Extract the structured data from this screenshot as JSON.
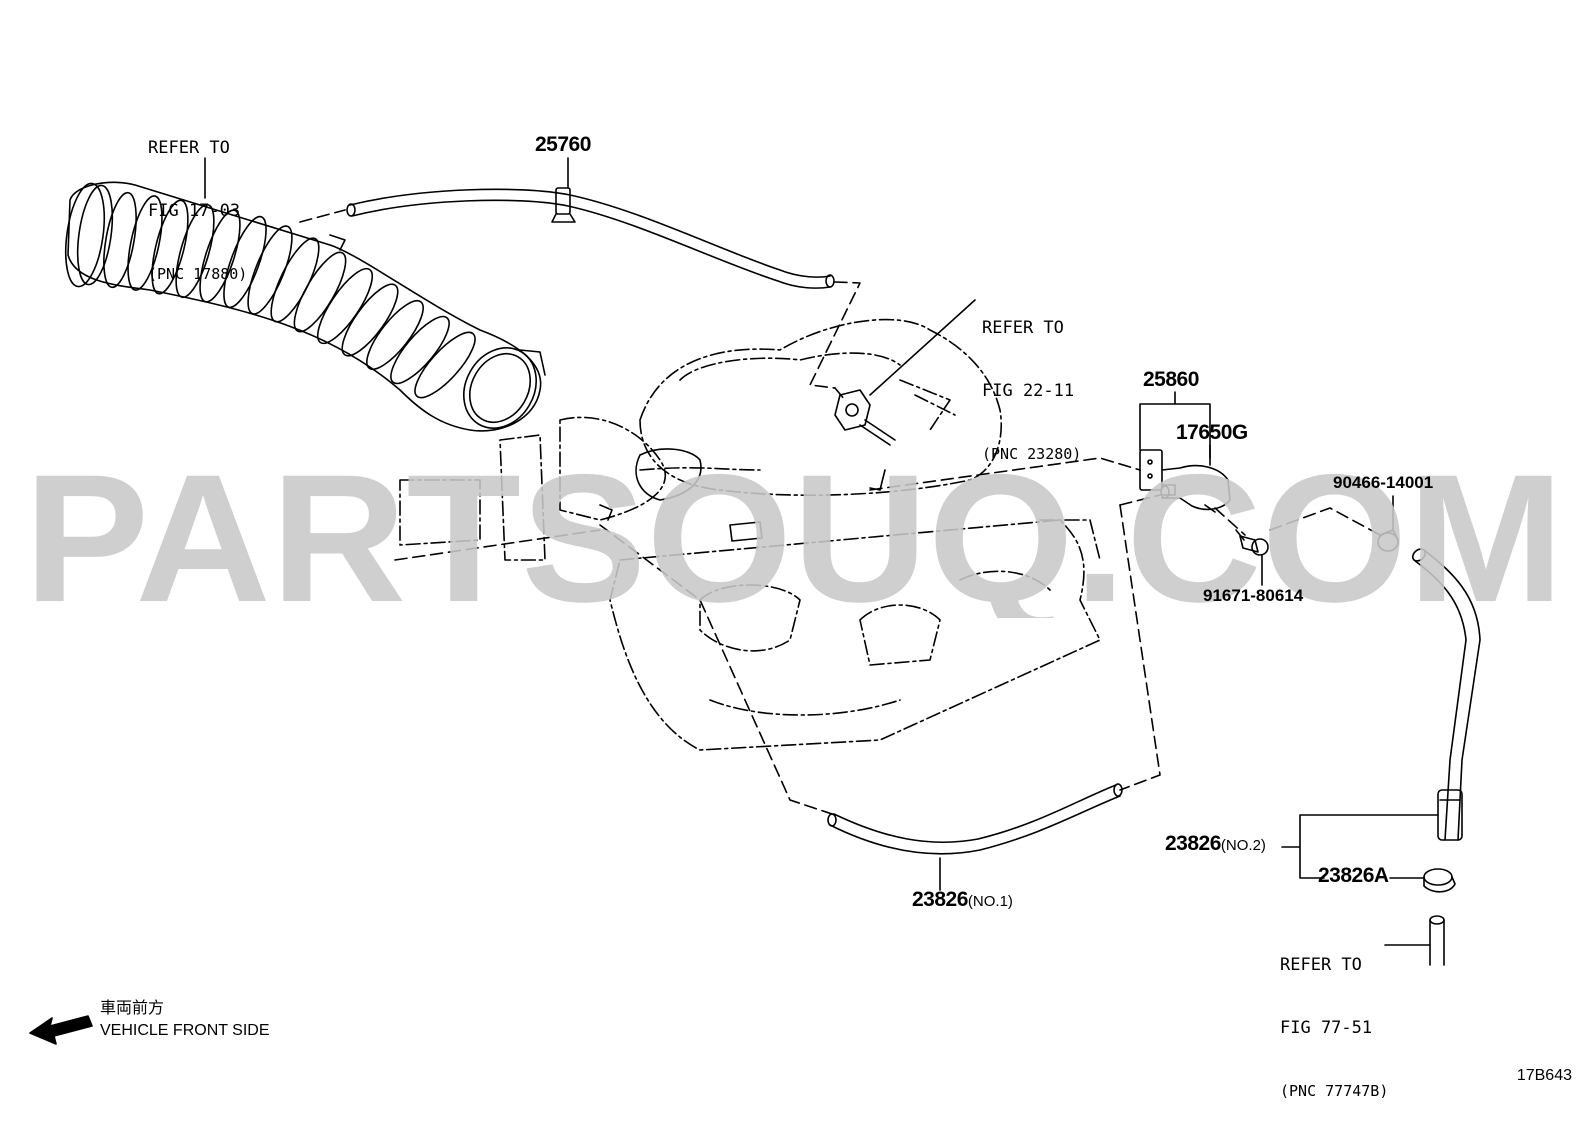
{
  "watermark": "PARTSOUQ.COM",
  "refs": {
    "ref1": {
      "l1": "REFER TO",
      "l2": "FIG 17-03",
      "l3": "(PNC 17880)"
    },
    "ref2": {
      "l1": "REFER TO",
      "l2": "FIG 22-11",
      "l3": "(PNC 23280)"
    },
    "ref3": {
      "l1": "REFER TO",
      "l2": "FIG 77-51",
      "l3": "(PNC 77747B)"
    }
  },
  "parts": {
    "p25760": "25760",
    "p25860": "25860",
    "p17650G": "17650G",
    "p90466": "90466-14001",
    "p91671": "91671-80614",
    "p23826_no2": "23826",
    "p23826_no2_sub": "(NO.2)",
    "p23826A": "23826A",
    "p23826_no1": "23826",
    "p23826_no1_sub": "(NO.1)"
  },
  "front": {
    "jp": "車両前方",
    "en": "VEHICLE FRONT SIDE"
  },
  "figure_code": "17B643",
  "colors": {
    "line": "#000000",
    "watermark": "#c8c8c8",
    "background": "#ffffff"
  }
}
